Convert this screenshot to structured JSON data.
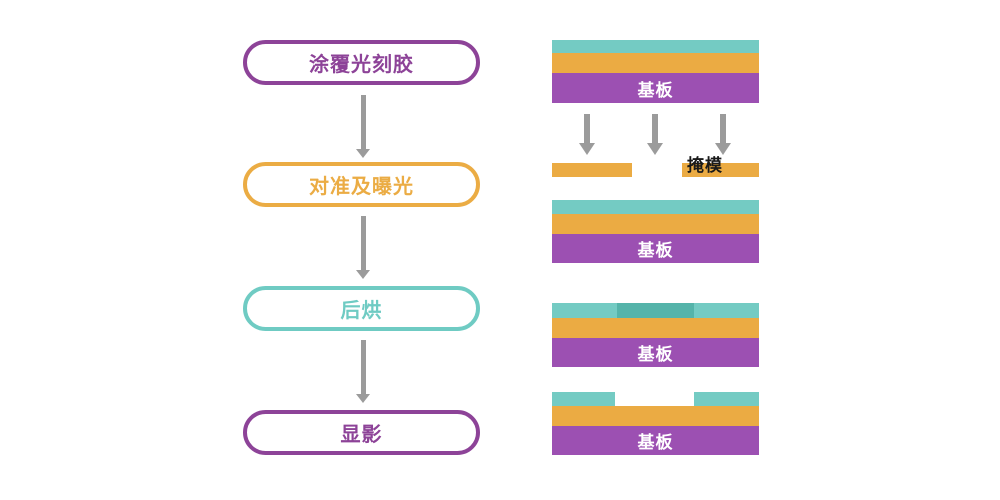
{
  "flowchart": {
    "steps": [
      {
        "id": "coat-photoresist",
        "label": "涂覆光刻胶",
        "color": "#8D4398"
      },
      {
        "id": "align-and-expose",
        "label": "对准及曝光",
        "color": "#EBAC44"
      },
      {
        "id": "post-bake",
        "label": "后烘",
        "color": "#6FCBC3"
      },
      {
        "id": "develop",
        "label": "显影",
        "color": "#8D4398"
      }
    ],
    "arrow_color": "#9B9B9B"
  },
  "diagram": {
    "substrate_label": "基板",
    "mask_label": "掩模",
    "colors": {
      "photoresist": "#74CBC3",
      "photoresist_exposed": "#55B4AA",
      "film": "#EBAB43",
      "substrate": "#9C50B2",
      "mask": "#EBAB43",
      "arrow": "#9B9B9B",
      "mask_label_text": "#1A1A1A",
      "substrate_label_text": "#FFFFFF"
    },
    "stages": [
      {
        "name": "after-coating",
        "layers": [
          "photoresist",
          "film",
          "substrate"
        ]
      },
      {
        "name": "exposure",
        "arrows": 3,
        "mask_segments": 2
      },
      {
        "name": "after-exposure",
        "layers": [
          "photoresist with exposed center region",
          "film",
          "substrate"
        ]
      },
      {
        "name": "after-develop",
        "layers": [
          "photoresist with center removed",
          "film",
          "substrate"
        ]
      }
    ]
  }
}
